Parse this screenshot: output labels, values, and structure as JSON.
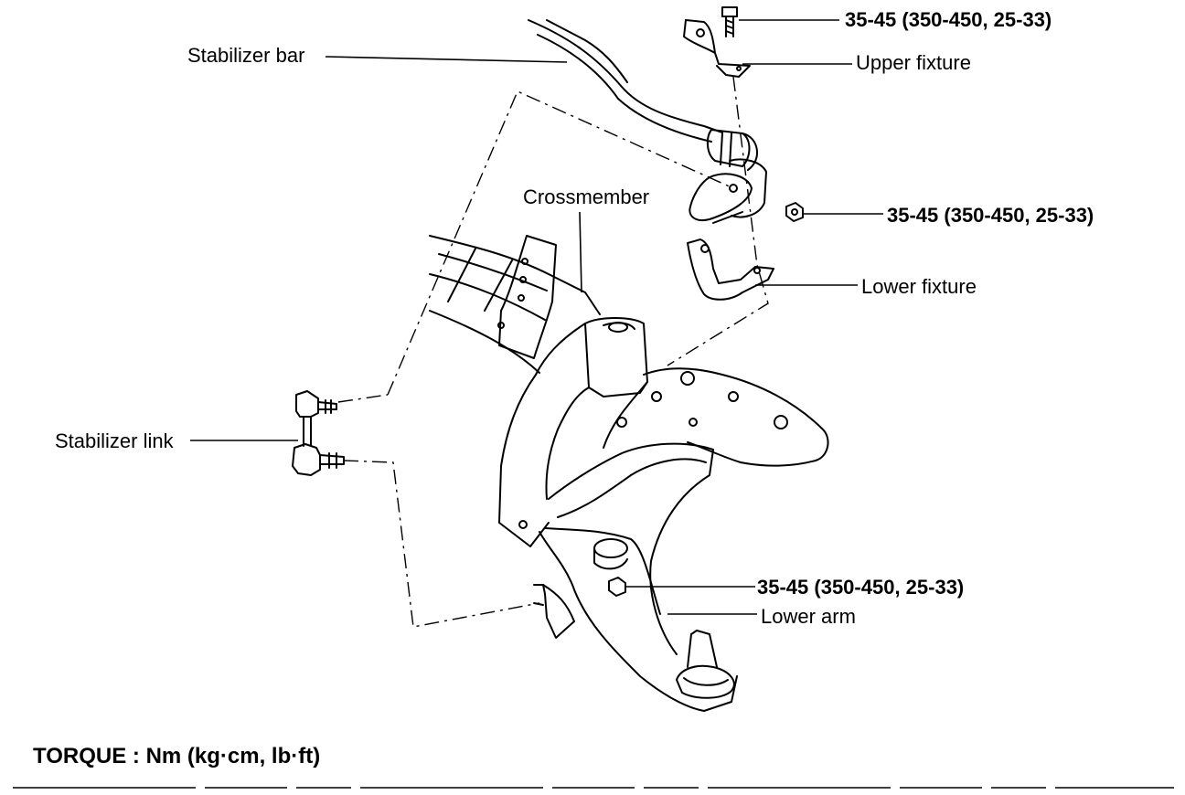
{
  "labels": {
    "stabilizer_bar": "Stabilizer bar",
    "upper_fixture": "Upper fixture",
    "crossmember": "Crossmember",
    "lower_fixture": "Lower fixture",
    "stabilizer_link": "Stabilizer link",
    "lower_arm": "Lower arm"
  },
  "torques": {
    "upper_bolt": "35-45 (350-450, 25-33)",
    "nut": "35-45 (350-450, 25-33)",
    "lower_arm_bolt": "35-45 (350-450, 25-33)"
  },
  "footer": {
    "torque_unit": "TORQUE : Nm (kg·cm, lb·ft)"
  }
}
